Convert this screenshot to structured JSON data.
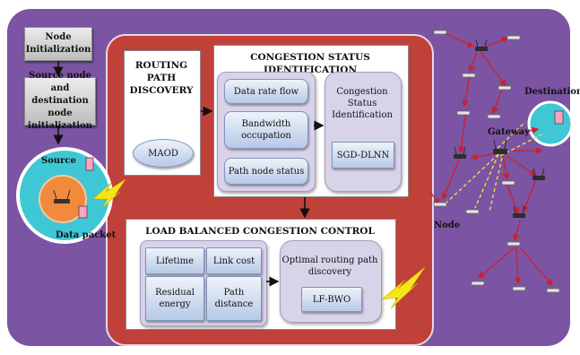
{
  "steps": {
    "node_init": "Node\nInitialization",
    "source_dest_init": "Source node and\ndestination node\ninitialization"
  },
  "routing": {
    "title": "ROUTING\nPATH\nDISCOVERY",
    "method": "MAOD"
  },
  "congestion": {
    "title": "CONGESTION STATUS IDENTIFICATION",
    "factors": [
      "Data rate flow",
      "Bandwidth\noccupation",
      "Path node status"
    ],
    "identification_label": "Congestion\nStatus\nIdentification",
    "method": "SGD-DLNN"
  },
  "load_balance": {
    "title": "LOAD BALANCED CONGESTION CONTROL",
    "factors": [
      "Lifetime",
      "Link cost",
      "Residual\nenergy",
      "Path\ndistance"
    ],
    "optimal_label": "Optimal routing path\ndiscovery",
    "method": "LF-BWO"
  },
  "network": {
    "source": "Source",
    "data_packet": "Data packet",
    "destination": "Destination",
    "gateway": "Gateway",
    "node": "Node"
  },
  "colors": {
    "frame": "#7b54a3",
    "panel_red": "#c0403a",
    "link_red": "#cc1f2f",
    "link_yellow": "#f0e040",
    "source_disc": "#3fc7d6",
    "source_core": "#f08a3c"
  }
}
